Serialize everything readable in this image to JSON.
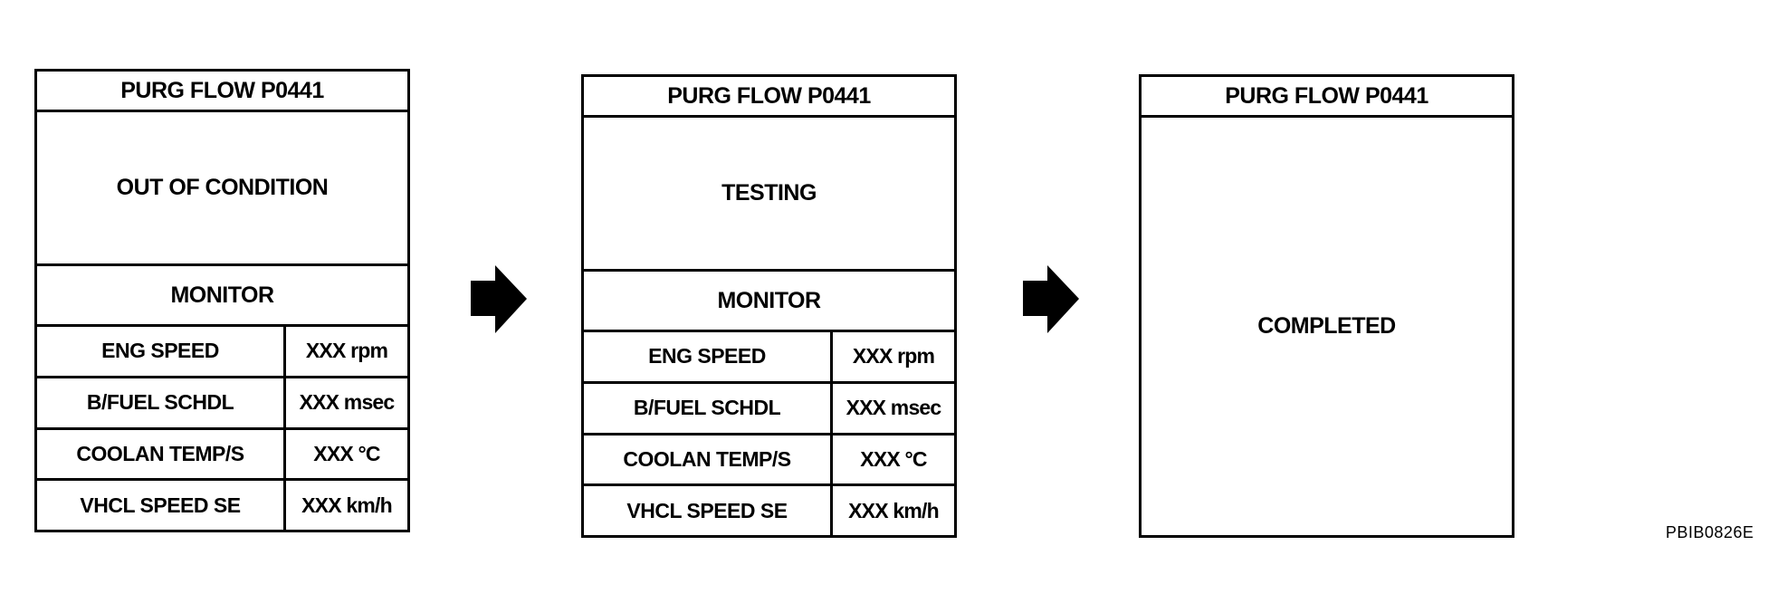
{
  "panels": [
    {
      "header": "PURG FLOW P0441",
      "status": "OUT OF CONDITION",
      "monitor_label": "MONITOR",
      "rows": [
        {
          "name": "ENG SPEED",
          "value": "XXX rpm"
        },
        {
          "name": "B/FUEL SCHDL",
          "value": "XXX msec"
        },
        {
          "name": "COOLAN TEMP/S",
          "value": "XXX °C"
        },
        {
          "name": "VHCL SPEED SE",
          "value": "XXX km/h"
        }
      ]
    },
    {
      "header": "PURG FLOW P0441",
      "status": "TESTING",
      "monitor_label": "MONITOR",
      "rows": [
        {
          "name": "ENG SPEED",
          "value": "XXX rpm"
        },
        {
          "name": "B/FUEL SCHDL",
          "value": "XXX msec"
        },
        {
          "name": "COOLAN TEMP/S",
          "value": "XXX °C"
        },
        {
          "name": "VHCL SPEED SE",
          "value": "XXX km/h"
        }
      ]
    },
    {
      "header": "PURG FLOW P0441",
      "status": "COMPLETED"
    }
  ],
  "arrow_icon": "right-arrow-icon",
  "figure_id": "PBIB0826E"
}
